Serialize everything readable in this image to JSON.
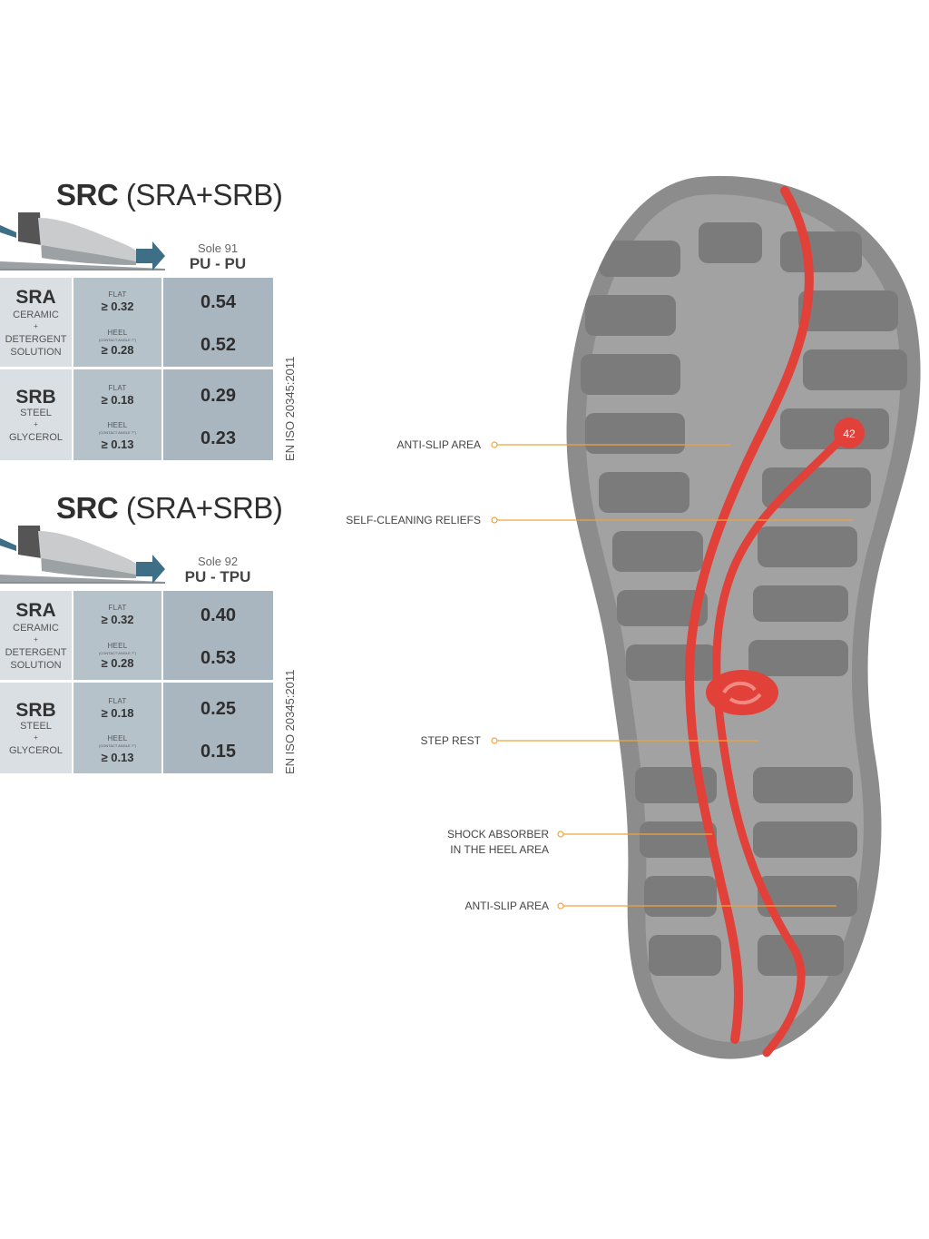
{
  "panels": [
    {
      "title_bold": "SRC",
      "title_rest": " (SRA+SRB)",
      "sole_name": "Sole 91",
      "sole_material": "PU - PU",
      "standard": "EN ISO 20345:2011",
      "rows": [
        {
          "code": "SRA",
          "lines": [
            "CERAMIC",
            "+",
            "DETERGENT",
            "SOLUTION"
          ],
          "flat_label": "FLAT",
          "flat_req": "≥ 0.32",
          "heel_label": "HEEL",
          "heel_note": "(CONTACT ANGLE 7°)",
          "heel_req": "≥ 0.28",
          "flat_value": "0.54",
          "heel_value": "0.52"
        },
        {
          "code": "SRB",
          "lines": [
            "STEEL",
            "+",
            "GLYCEROL"
          ],
          "flat_label": "FLAT",
          "flat_req": "≥ 0.18",
          "heel_label": "HEEL",
          "heel_note": "(CONTACT ANGLE 7°)",
          "heel_req": "≥ 0.13",
          "flat_value": "0.29",
          "heel_value": "0.23"
        }
      ]
    },
    {
      "title_bold": "SRC",
      "title_rest": " (SRA+SRB)",
      "sole_name": "Sole 92",
      "sole_material": "PU - TPU",
      "standard": "EN ISO 20345:2011",
      "rows": [
        {
          "code": "SRA",
          "lines": [
            "CERAMIC",
            "+",
            "DETERGENT",
            "SOLUTION"
          ],
          "flat_label": "FLAT",
          "flat_req": "≥ 0.32",
          "heel_label": "HEEL",
          "heel_note": "(CONTACT ANGLE 7°)",
          "heel_req": "≥ 0.28",
          "flat_value": "0.40",
          "heel_value": "0.53"
        },
        {
          "code": "SRB",
          "lines": [
            "STEEL",
            "+",
            "GLYCEROL"
          ],
          "flat_label": "FLAT",
          "flat_req": "≥ 0.18",
          "heel_label": "HEEL",
          "heel_note": "(CONTACT ANGLE 7°)",
          "heel_req": "≥ 0.13",
          "flat_value": "0.25",
          "heel_value": "0.15"
        }
      ]
    }
  ],
  "sole": {
    "size_mark": "42",
    "callouts": [
      {
        "line1": "ANTI-SLIP AREA",
        "line2": ""
      },
      {
        "line1": "SELF-CLEANING RELIEFS",
        "line2": ""
      },
      {
        "line1": "STEP REST",
        "line2": ""
      },
      {
        "line1": "SHOCK ABSORBER",
        "line2": "IN THE HEEL AREA"
      },
      {
        "line1": "ANTI-SLIP AREA",
        "line2": ""
      }
    ]
  },
  "colors": {
    "cell_light": "#d9dfe3",
    "cell_mid": "#b5c2ca",
    "cell_dark": "#a9b6bf",
    "sole_grey": "#8c8c8c",
    "accent_red": "#e2413a",
    "callout_orange": "#f0a33a",
    "arrow_teal": "#3f6f86"
  }
}
